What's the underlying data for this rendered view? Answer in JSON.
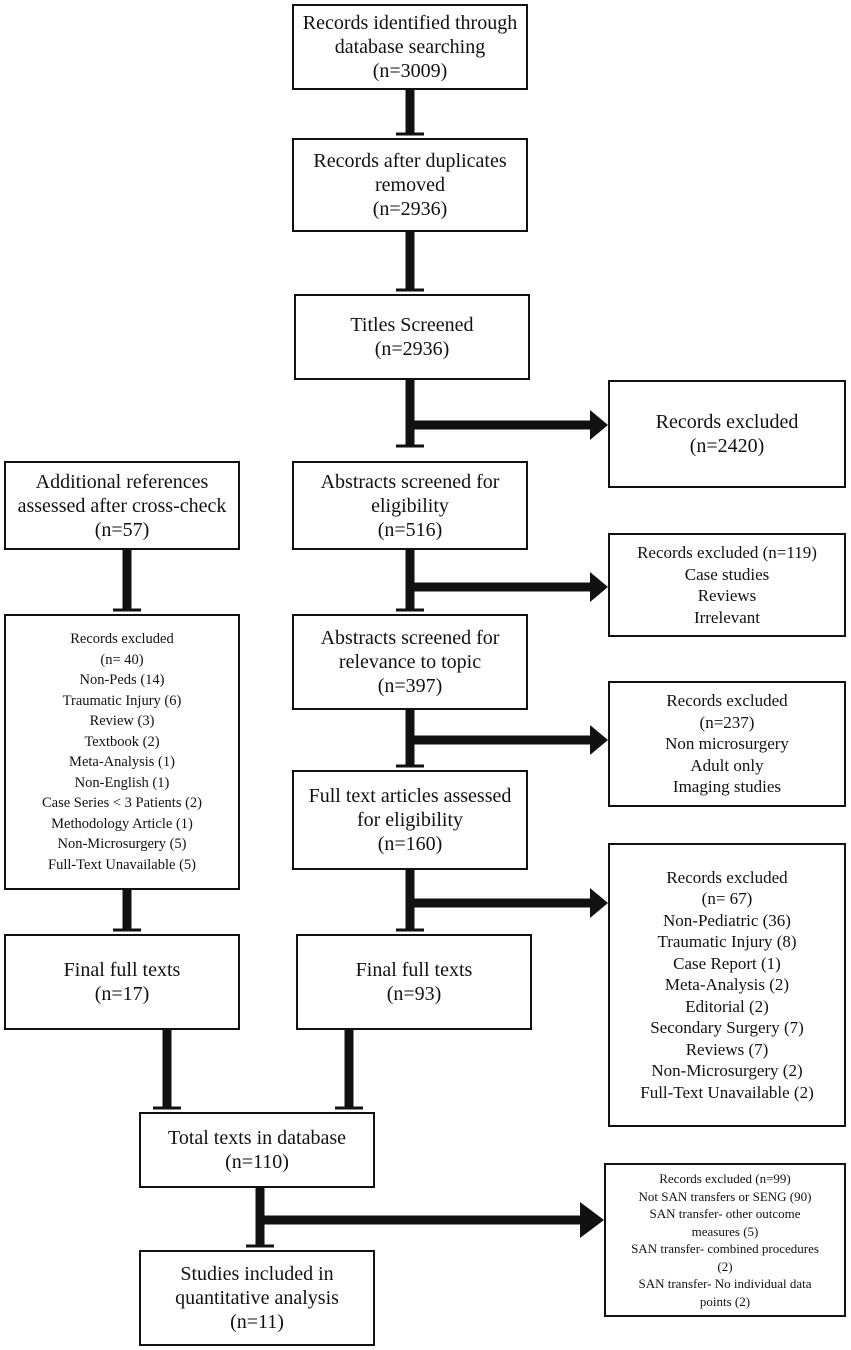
{
  "boxes": {
    "identified": {
      "lines": [
        "Records identified through",
        "database searching",
        "(n=3009)"
      ]
    },
    "duplicates": {
      "lines": [
        "Records after duplicates",
        "removed",
        "(n=2936)"
      ]
    },
    "titles": {
      "lines": [
        "Titles Screened",
        "(n=2936)"
      ]
    },
    "excluded_titles": {
      "lines": [
        "Records excluded",
        "(n=2420)"
      ]
    },
    "additional": {
      "lines": [
        "Additional references",
        "assessed after cross-check",
        "(n=57)"
      ]
    },
    "abstracts_eligibility": {
      "lines": [
        "Abstracts screened for",
        "eligibility",
        "(n=516)"
      ]
    },
    "excluded_abstracts": {
      "lines": [
        "Records excluded (n=119)",
        "Case studies",
        "Reviews",
        "Irrelevant"
      ]
    },
    "excluded_crosscheck": {
      "lines": [
        "Records excluded",
        "(n= 40)",
        "Non-Peds (14)",
        "Traumatic Injury (6)",
        "Review (3)",
        "Textbook (2)",
        "Meta-Analysis (1)",
        "Non-English (1)",
        "Case Series < 3 Patients (2)",
        "Methodology Article (1)",
        "Non-Microsurgery (5)",
        "Full-Text Unavailable (5)"
      ]
    },
    "abstracts_relevance": {
      "lines": [
        "Abstracts screened for",
        "relevance to topic",
        "(n=397)"
      ]
    },
    "excluded_relevance": {
      "lines": [
        "Records excluded",
        "(n=237)",
        "Non microsurgery",
        "Adult only",
        "Imaging studies"
      ]
    },
    "fulltext": {
      "lines": [
        "Full text articles assessed",
        "for eligibility",
        "(n=160)"
      ]
    },
    "excluded_fulltext": {
      "lines": [
        "Records excluded",
        "(n= 67)",
        "Non-Pediatric (36)",
        "Traumatic Injury (8)",
        "Case Report (1)",
        "Meta-Analysis (2)",
        "Editorial (2)",
        "Secondary Surgery (7)",
        "Reviews (7)",
        "Non-Microsurgery (2)",
        "Full-Text Unavailable (2)"
      ]
    },
    "final_left": {
      "lines": [
        "Final full texts",
        "(n=17)"
      ]
    },
    "final_right": {
      "lines": [
        "Final full texts",
        "(n=93)"
      ]
    },
    "total": {
      "lines": [
        "Total texts in database",
        "(n=110)"
      ]
    },
    "excluded_total": {
      "lines": [
        "Records excluded (n=99)",
        "Not SAN transfers or SENG (90)",
        "SAN transfer- other outcome",
        "measures (5)",
        "SAN transfer- combined procedures",
        "(2)",
        "SAN transfer- No individual data",
        "points (2)"
      ]
    },
    "included": {
      "lines": [
        "Studies included in",
        "quantitative analysis",
        "(n=11)"
      ]
    }
  },
  "colors": {
    "line": "#111111",
    "background": "#ffffff"
  }
}
